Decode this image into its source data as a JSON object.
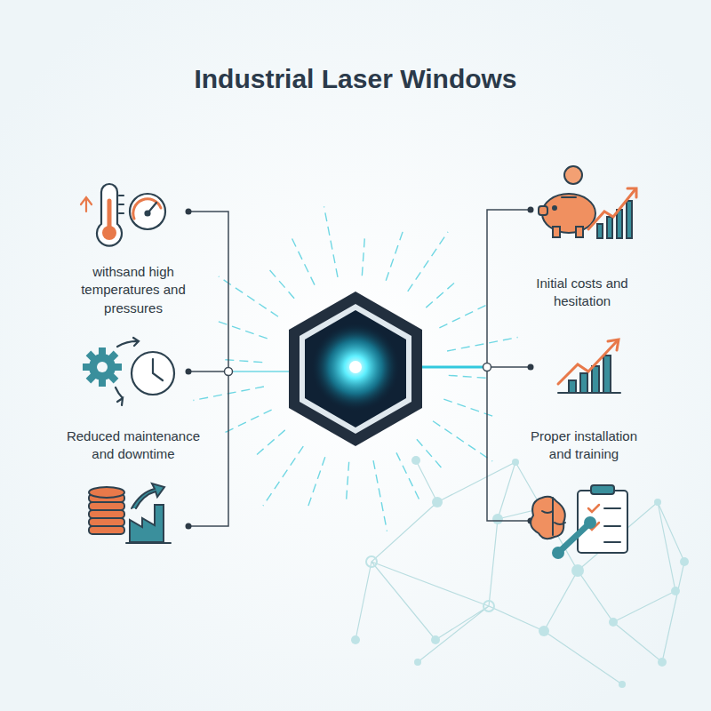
{
  "diagram": {
    "title": "Industrial Laser Windows",
    "labels": [
      "withsand high temperatures and pressures",
      "Reduced maintenance and downtime",
      "Initial costs and hesitation",
      "Proper installation and training"
    ]
  }
}
